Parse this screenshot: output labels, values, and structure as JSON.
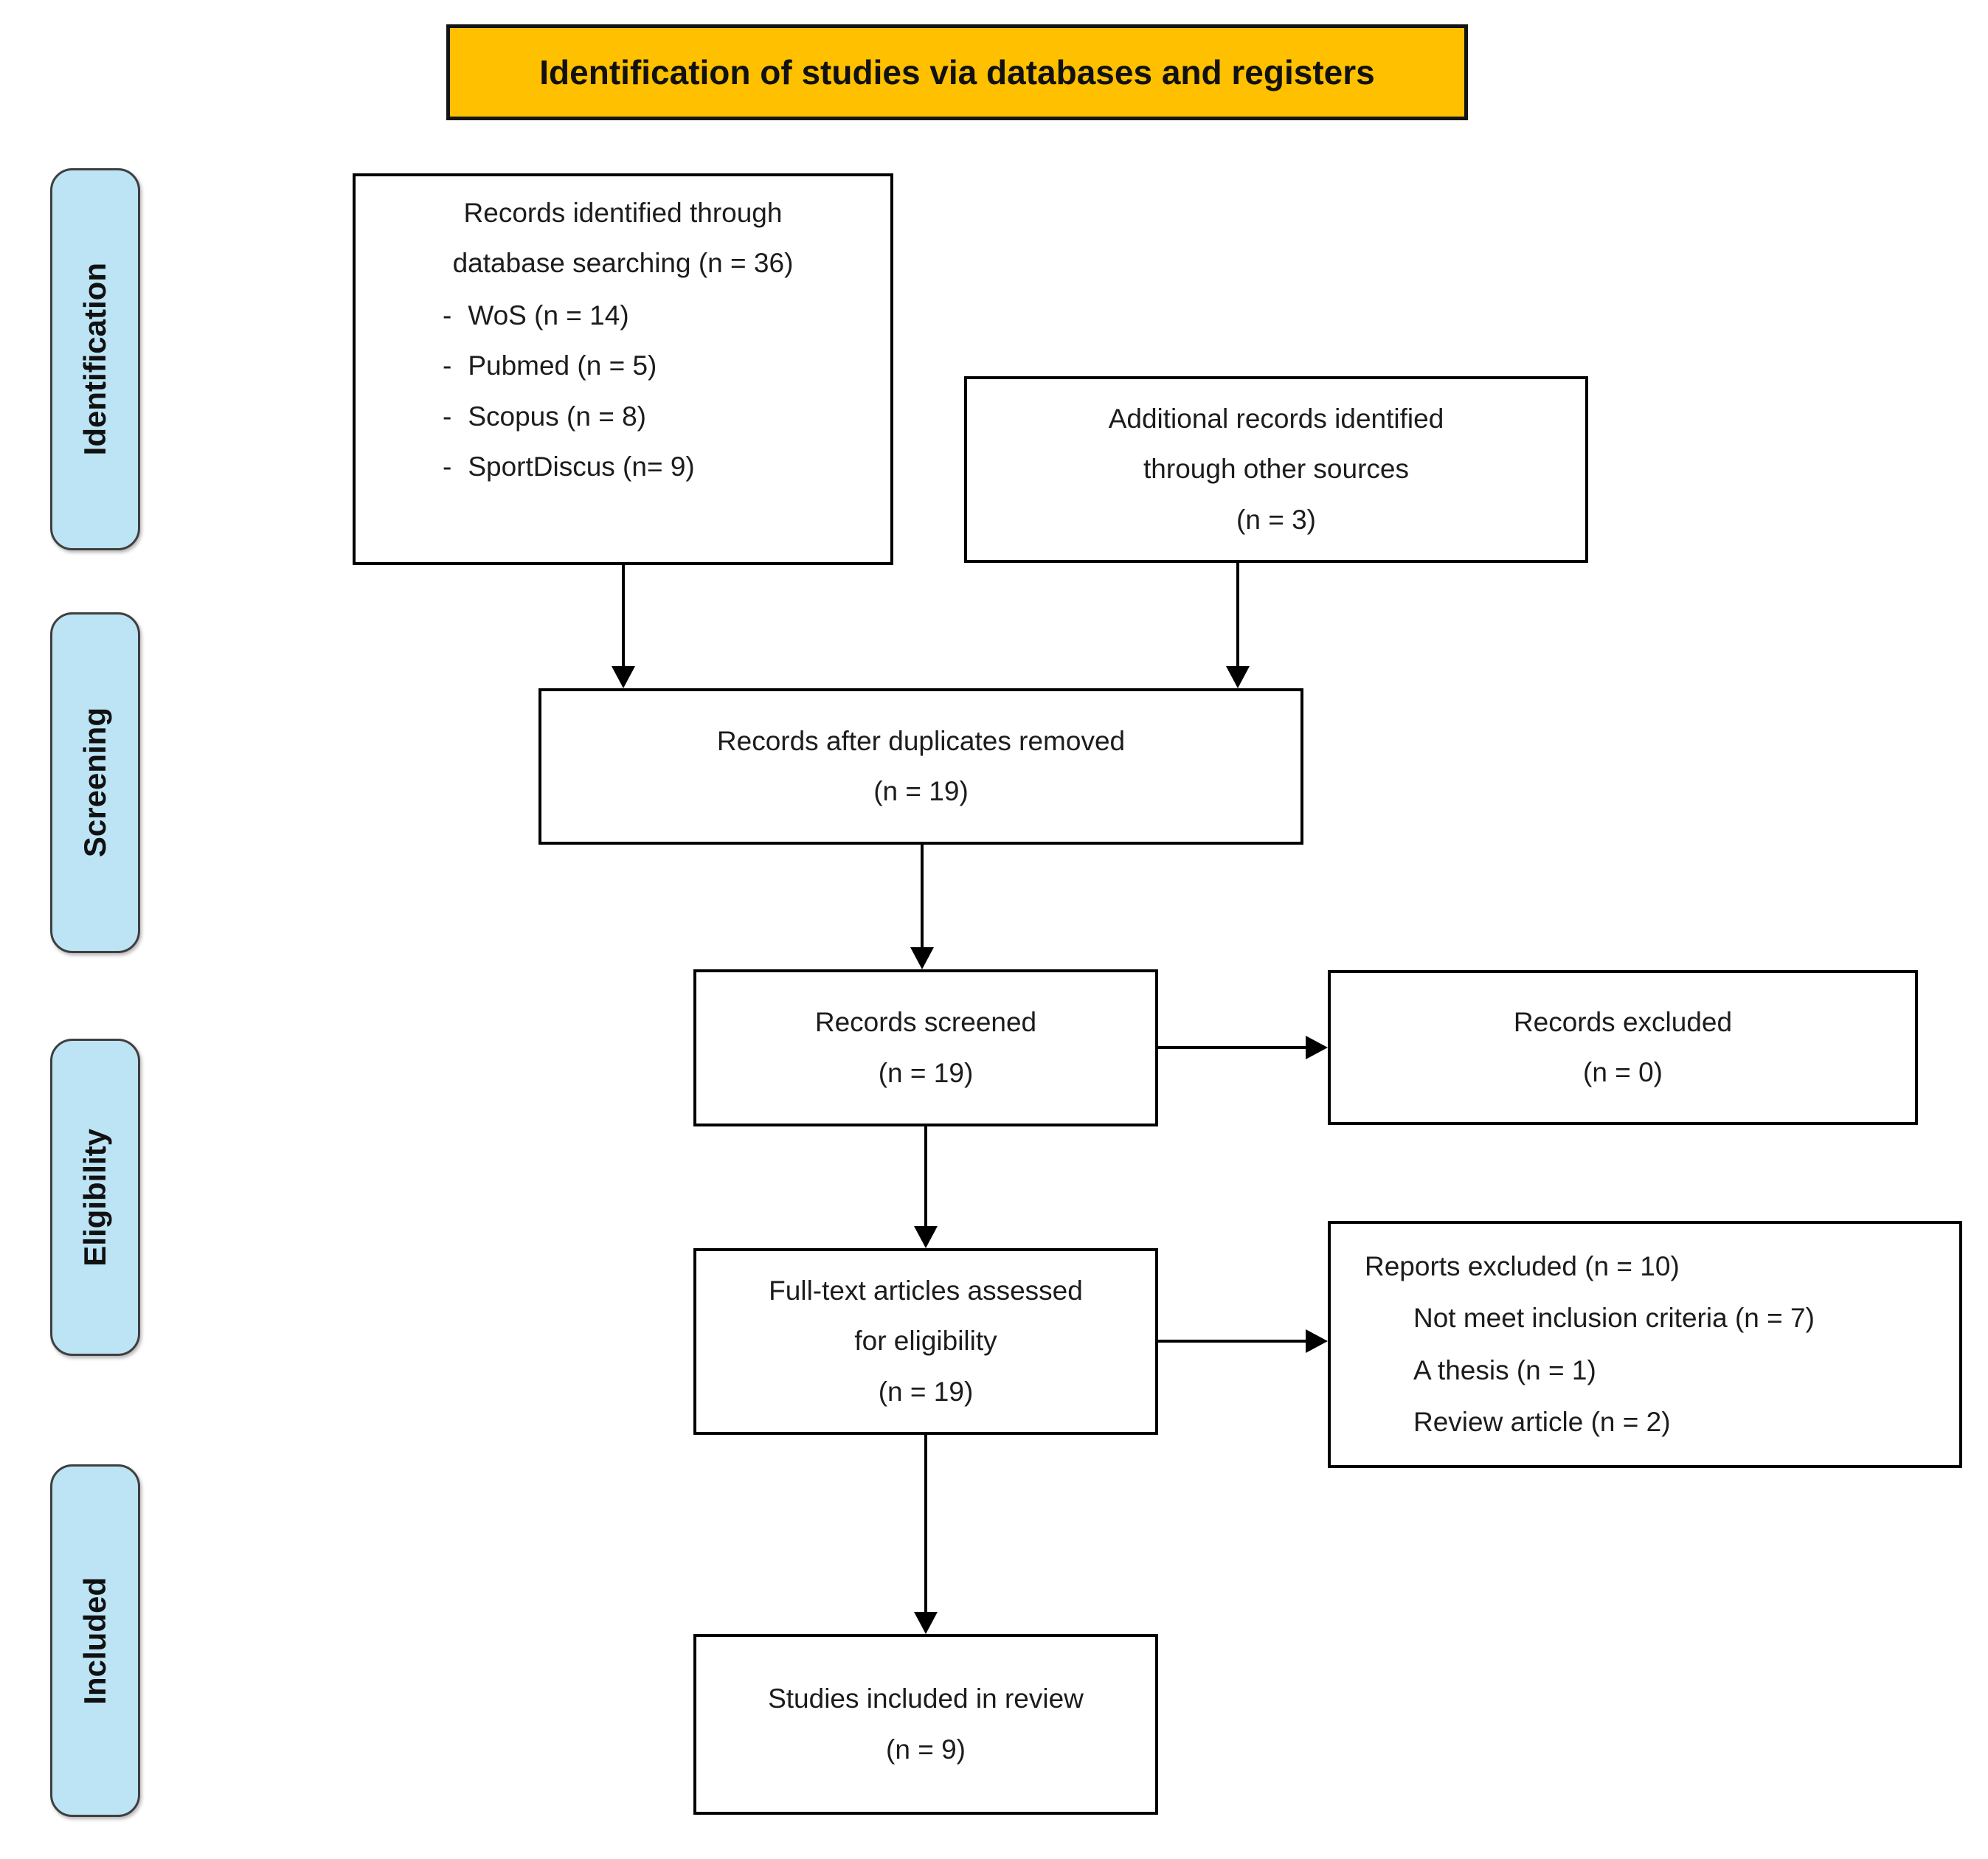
{
  "figure": {
    "type": "prisma-flow-diagram",
    "background_color": "#ffffff",
    "connector_color": "#000000"
  },
  "banner": {
    "label": "Identification of studies via databases and registers",
    "bg_color": "#FFC000",
    "border_color": "#141414",
    "text_color": "#111111"
  },
  "stages": [
    {
      "label": "Identification"
    },
    {
      "label": "Screening"
    },
    {
      "label": "Eligibility"
    },
    {
      "label": "Included"
    }
  ],
  "stage_style": {
    "bg_color": "#BDE4F5",
    "border_color": "#3f3f3f"
  },
  "boxes": {
    "identified": {
      "lines": [
        "Records identified through",
        "database searching (n = 36)"
      ],
      "bullet_char": "-",
      "bullets": [
        "WoS (n = 14)",
        "Pubmed (n = 5)",
        "Scopus (n = 8)",
        "SportDiscus (n= 9)"
      ]
    },
    "additional": {
      "lines": [
        "Additional records identified",
        "through other sources",
        "(n = 3)"
      ]
    },
    "duplicates": {
      "lines": [
        "Records after duplicates removed",
        "(n = 19)"
      ]
    },
    "screened": {
      "lines": [
        "Records screened",
        "(n = 19)"
      ]
    },
    "records_excluded": {
      "lines": [
        "Records excluded",
        "(n = 0)"
      ]
    },
    "fulltext": {
      "lines": [
        "Full-text articles assessed",
        "for eligibility",
        "(n = 19)"
      ]
    },
    "reports_excluded": {
      "lines": [
        "Reports excluded (n = 10)",
        "Not meet inclusion criteria (n = 7)",
        "A thesis (n = 1)",
        "Review article (n = 2)"
      ]
    },
    "included": {
      "lines": [
        "Studies included in review",
        "(n = 9)"
      ]
    }
  }
}
